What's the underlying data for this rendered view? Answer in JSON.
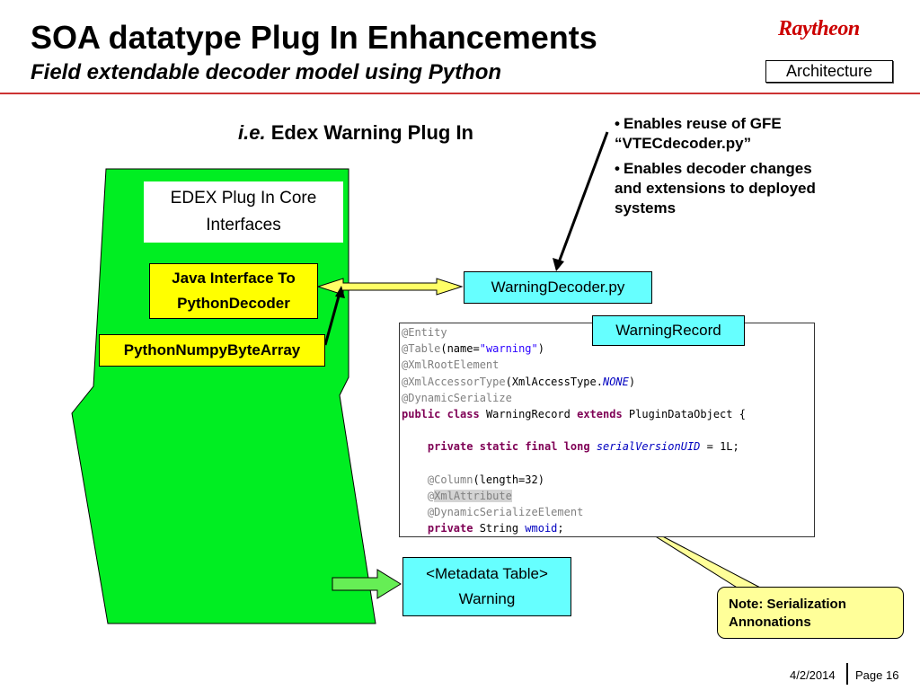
{
  "slide": {
    "title": "SOA datatype Plug In Enhancements",
    "subtitle": "Field extendable decoder model using Python",
    "logo": "Raytheon",
    "section_tag": "Architecture",
    "heading_italic": "i.e.",
    "heading_text": " Edex Warning Plug In"
  },
  "bullets": [
    "Enables reuse of GFE “VTECdecoder.py”",
    "Enables decoder changes and extensions to deployed systems"
  ],
  "boxes": {
    "core_line1": "EDEX Plug In Core",
    "core_line2": "Interfaces",
    "java_line1": "Java Interface To",
    "java_line2": "PythonDecoder",
    "numpy": "PythonNumpyByteArray",
    "warning_decoder": "WarningDecoder.py",
    "warning_record": "WarningRecord",
    "metadata_line1": "<Metadata Table>",
    "metadata_line2": "Warning"
  },
  "code": {
    "l1": "@Entity",
    "l2a": "@Table",
    "l2b": "(name=",
    "l2c": "\"warning\"",
    "l2d": ")",
    "l3": "@XmlRootElement",
    "l4a": "@XmlAccessorType",
    "l4b": "(XmlAccessType.",
    "l4c": "NONE",
    "l4d": ")",
    "l5": "@DynamicSerialize",
    "l6a": "public",
    "l6b": "class",
    "l6c": " WarningRecord ",
    "l6d": "extends",
    "l6e": " PluginDataObject {",
    "l8a": "private",
    "l8b": "static",
    "l8c": "final",
    "l8d": "long",
    "l8e": "serialVersionUID",
    "l8f": " = 1L;",
    "l10a": "@Column",
    "l10b": "(length=32)",
    "l11a": "@",
    "l11b": "XmlAttribute",
    "l12": "@DynamicSerializeElement",
    "l13a": "private",
    "l13b": " String ",
    "l13c": "wmoid",
    "l13d": ";"
  },
  "note": {
    "line1": "Note: Serialization",
    "line2": "Annonations"
  },
  "footer": {
    "date": "4/2/2014",
    "page": "Page 16"
  },
  "colors": {
    "panel_green": "#00ee22",
    "yellow": "#ffff00",
    "cyan": "#66ffff",
    "note_yellow": "#ffff99",
    "accent_red": "#cc0000"
  }
}
